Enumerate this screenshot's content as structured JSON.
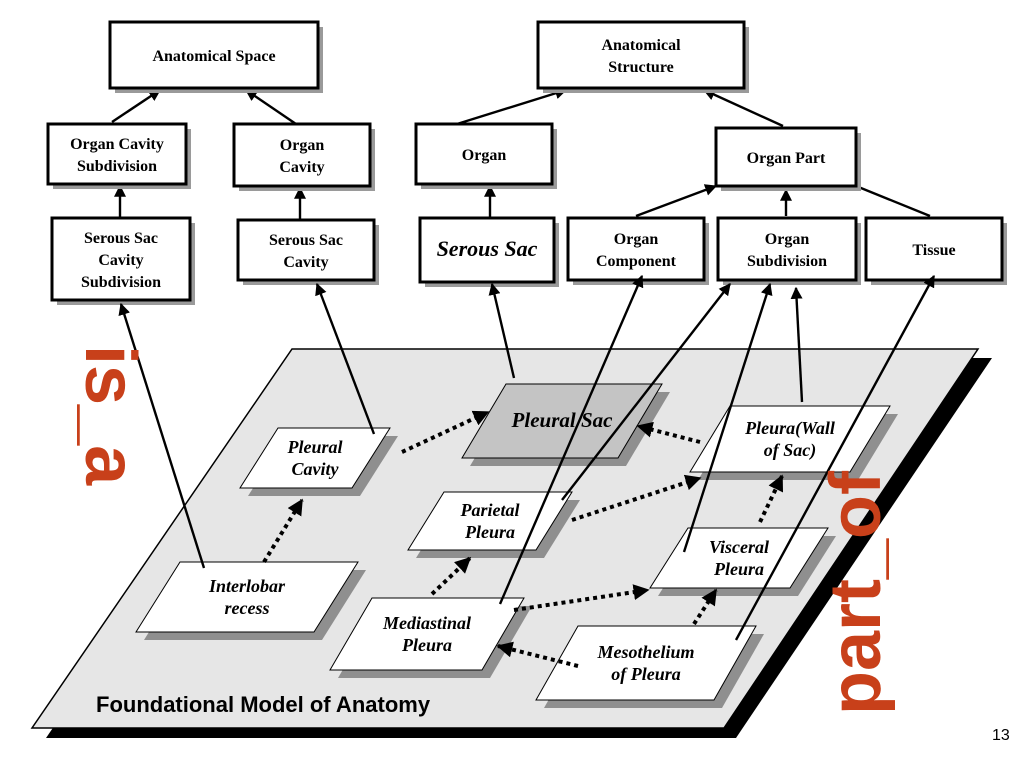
{
  "boxes": {
    "anatomical_space": [
      "Anatomical Space"
    ],
    "anatomical_structure": [
      "Anatomical",
      "Structure"
    ],
    "organ_cavity_subdivision": [
      "Organ Cavity",
      "Subdivision"
    ],
    "organ_cavity": [
      "Organ",
      "Cavity"
    ],
    "organ": [
      "Organ"
    ],
    "organ_part": [
      "Organ Part"
    ],
    "serous_sac_cavity_subdivision": [
      "Serous Sac",
      "Cavity",
      "Subdivision"
    ],
    "serous_sac_cavity": [
      "Serous Sac",
      "Cavity"
    ],
    "serous_sac": [
      "Serous Sac"
    ],
    "organ_component": [
      "Organ",
      "Component"
    ],
    "organ_subdivision": [
      "Organ",
      "Subdivision"
    ],
    "tissue": [
      "Tissue"
    ]
  },
  "instances": {
    "pleural_cavity": [
      "Pleural",
      "Cavity"
    ],
    "pleural_sac": [
      "Pleural Sac"
    ],
    "pleura_wall_of_sac": [
      "Pleura(Wall",
      "of Sac)"
    ],
    "parietal_pleura": [
      "Parietal",
      "Pleura"
    ],
    "visceral_pleura": [
      "Visceral",
      "Pleura"
    ],
    "interlobar_recess": [
      "Interlobar",
      "recess"
    ],
    "mediastinal_pleura": [
      "Mediastinal",
      "Pleura"
    ],
    "mesothelium_of_pleura": [
      "Mesothelium",
      "of Pleura"
    ]
  },
  "labels": {
    "is_a": "is_a",
    "part_of": "part_of",
    "model_title": "Foundational Model of Anatomy",
    "page_number": "13"
  },
  "colors": {
    "relation_label": "#c8401a",
    "plane": "#e6e6e6",
    "plane_shadow": "#000000",
    "instance_shadow": "#8f8f8f",
    "highlighted_instance": "#c4c4c4"
  }
}
